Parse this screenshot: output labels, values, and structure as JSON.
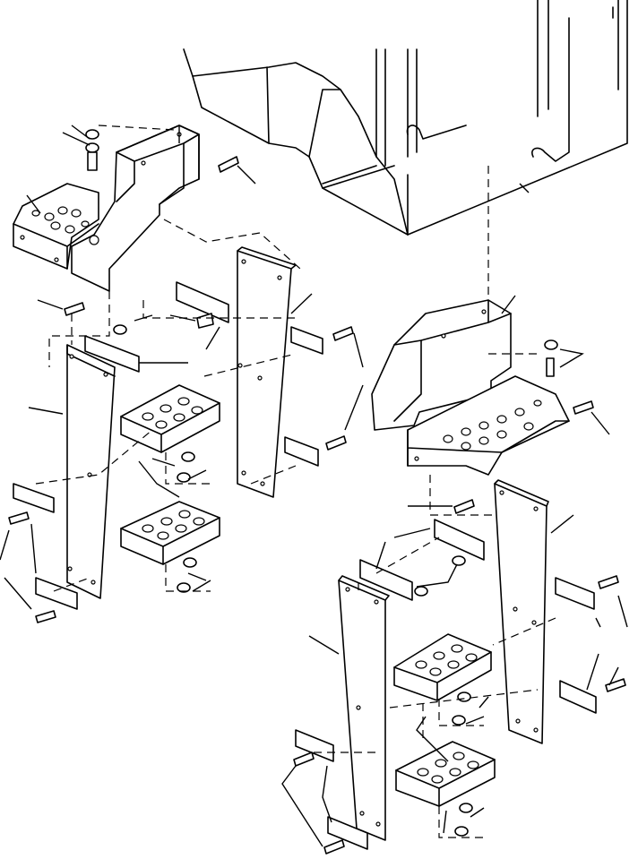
{
  "diagram": {
    "kind": "exploded parts view",
    "colors": {
      "line": "#000000",
      "background": "#ffffff"
    },
    "parts": [
      {
        "name": "cab-body"
      },
      {
        "name": "left-upper-step-bracket"
      },
      {
        "name": "right-upper-step-bracket"
      },
      {
        "name": "left-outer-step-plate"
      },
      {
        "name": "left-inner-step-plate"
      },
      {
        "name": "right-outer-step-plate"
      },
      {
        "name": "right-inner-step-plate"
      },
      {
        "name": "left-upper-step-tread"
      },
      {
        "name": "left-lower-step-tread"
      },
      {
        "name": "right-upper-step-tread"
      },
      {
        "name": "right-lower-step-tread"
      },
      {
        "name": "spacer-plates"
      },
      {
        "name": "bolts-and-washers"
      }
    ]
  }
}
